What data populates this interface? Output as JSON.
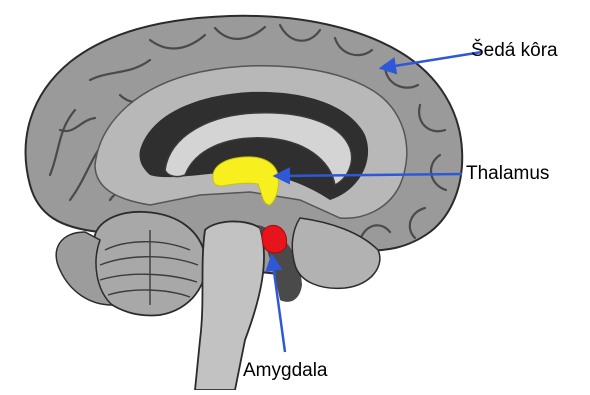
{
  "labels": {
    "cortex": "Šedá kôra",
    "thalamus": "Thalamus",
    "amygdala": "Amygdala"
  },
  "colors": {
    "thalamus": "#f7f01e",
    "amygdala": "#e8141c",
    "arrow": "#2f58d8",
    "tissue_light": "#bdbdbd",
    "tissue_dark": "#3a3a3a"
  }
}
